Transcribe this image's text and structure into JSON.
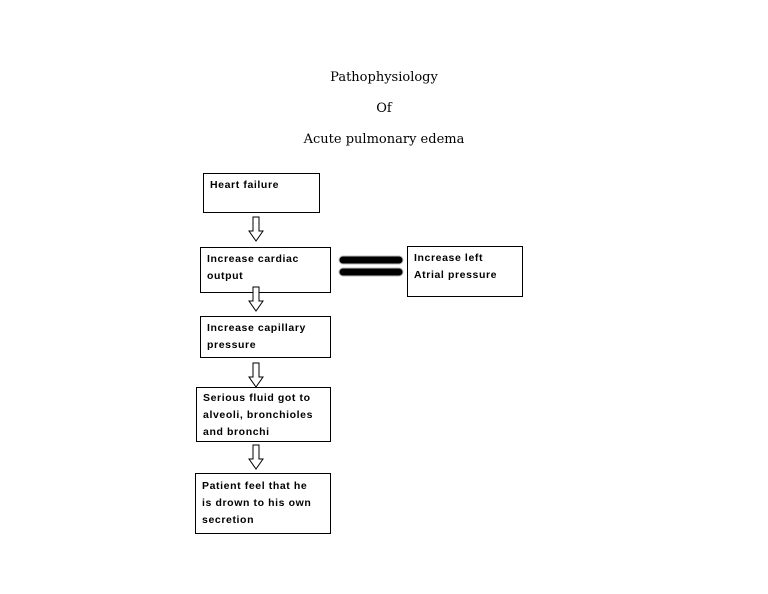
{
  "title": {
    "line1": "Pathophysiology",
    "line2": "Of",
    "line3": "Acute pulmonary edema"
  },
  "boxes": {
    "heart_failure": [
      "Heart failure"
    ],
    "cardiac_output": [
      "Increase cardiac",
      "output"
    ],
    "atrial_pressure": [
      "Increase left",
      "Atrial pressure"
    ],
    "capillary_pressure": [
      "Increase capillary",
      "pressure"
    ],
    "serious_fluid": [
      "Serious fluid got to",
      "alveoli, bronchioles",
      "and bronchi"
    ],
    "patient_feel": [
      "Patient feel that he",
      "is drown to his own",
      "secretion"
    ]
  },
  "colors": {
    "stroke": "#000000",
    "background": "#ffffff"
  }
}
